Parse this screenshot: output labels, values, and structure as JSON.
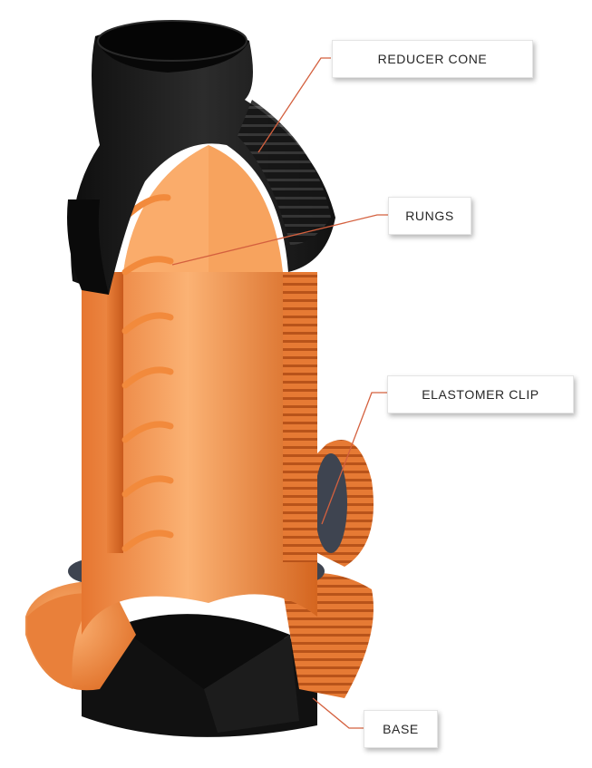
{
  "labels": {
    "reducer_cone": "REDUCER CONE",
    "rungs": "RUNGS",
    "elastomer_clip": "ELASTOMER CLIP",
    "base": "BASE"
  },
  "colors": {
    "shaft_orange": "#F28A3C",
    "orange_dark": "#C85A1C",
    "orange_light": "#FBB274",
    "cone_black": "#1A1A1A",
    "clip_gray": "#3E4450",
    "leader_line": "#D4603E"
  }
}
